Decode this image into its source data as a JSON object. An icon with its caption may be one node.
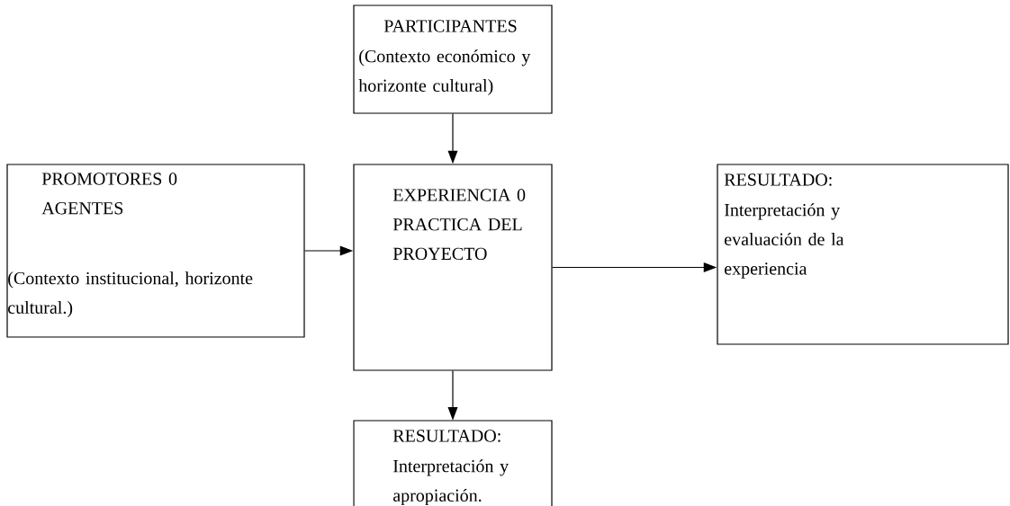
{
  "diagram": {
    "nodes": [
      {
        "text": [
          "PARTICIPANTES",
          "(Contexto económico y horizonte cultural)"
        ]
      },
      {
        "text": [
          "PROMOTORES 0 AGENTES",
          "(Contexto institucional, horizonte cultural.)"
        ]
      },
      {
        "text": [
          "EXPERIENCIA 0 PRACTICA DEL PROYECTO"
        ]
      },
      {
        "text": [
          "RESULTADO:",
          "Interpretación y evaluación de la experiencia"
        ]
      },
      {
        "text": [
          "RESULTADO:",
          "Interpretación y apropiación."
        ]
      }
    ],
    "edges": [
      {
        "from": 0,
        "to": 2,
        "arrow": "to"
      },
      {
        "from": 1,
        "to": 2,
        "arrow": "to"
      },
      {
        "from": 2,
        "to": 3,
        "arrow": "to"
      },
      {
        "from": 2,
        "to": 4,
        "arrow": "to"
      }
    ]
  }
}
